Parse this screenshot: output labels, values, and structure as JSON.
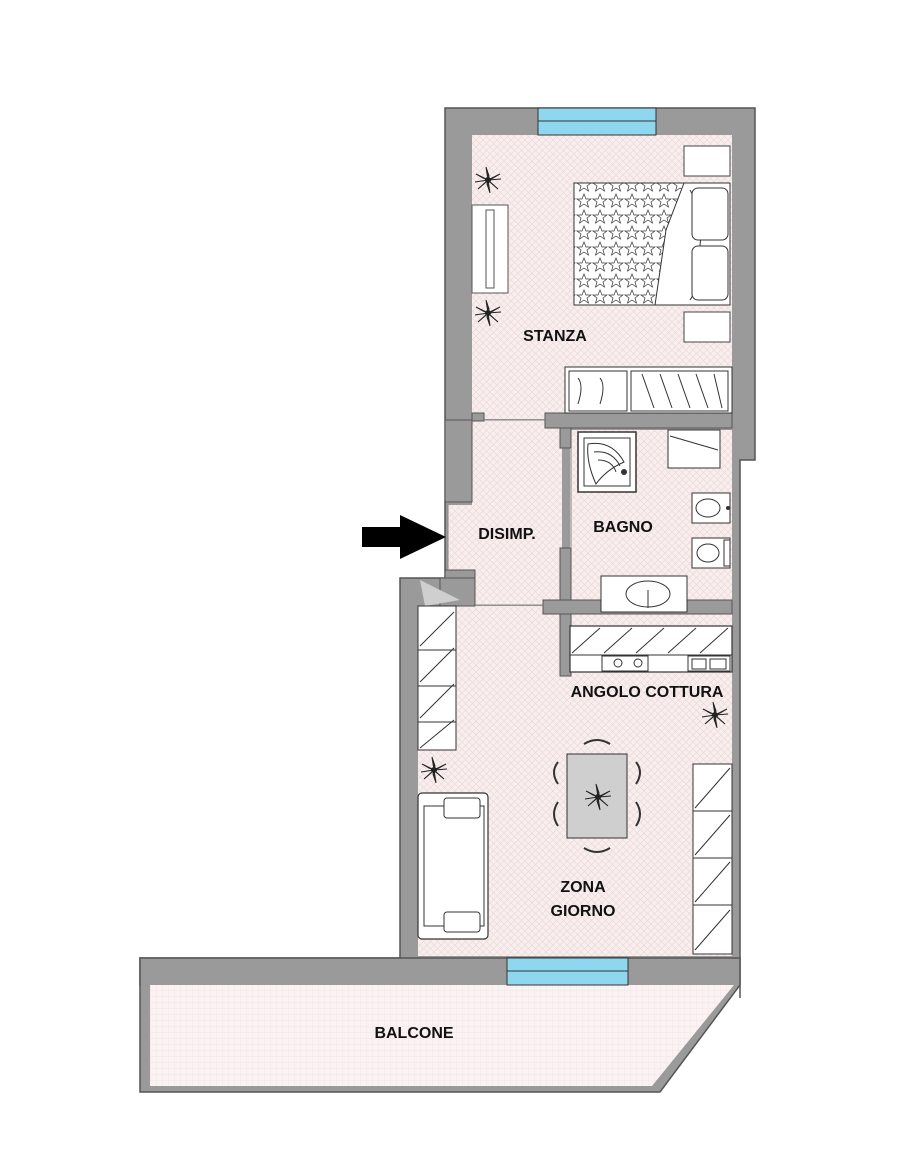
{
  "rooms": {
    "stanza": "STANZA",
    "disimpegno": "DISIMP.",
    "bagno": "BAGNO",
    "angolo_cottura": "ANGOLO COTTURA",
    "zona_giorno_line1": "ZONA",
    "zona_giorno_line2": "GIORNO",
    "balcone": "BALCONE"
  },
  "colors": {
    "wall": "#9a9a9a",
    "wall_outline": "#555555",
    "floor_tile": "#f6eaea",
    "window_glass": "#8fd7ef",
    "entrance_arrow": "#000000",
    "furniture": "#ffffff",
    "furniture_dark": "#666666"
  },
  "icons": {
    "entrance": "entrance-arrow-icon",
    "plant": "plant-icon",
    "bed": "double-bed-icon",
    "shower": "shower-icon",
    "bidet": "bidet-icon",
    "toilet": "toilet-icon",
    "sink": "washbasin-icon",
    "stove": "stove-icon",
    "table": "dining-table-icon",
    "sofa": "sofa-icon",
    "wardrobe": "wardrobe-icon",
    "tv": "tv-unit-icon"
  }
}
